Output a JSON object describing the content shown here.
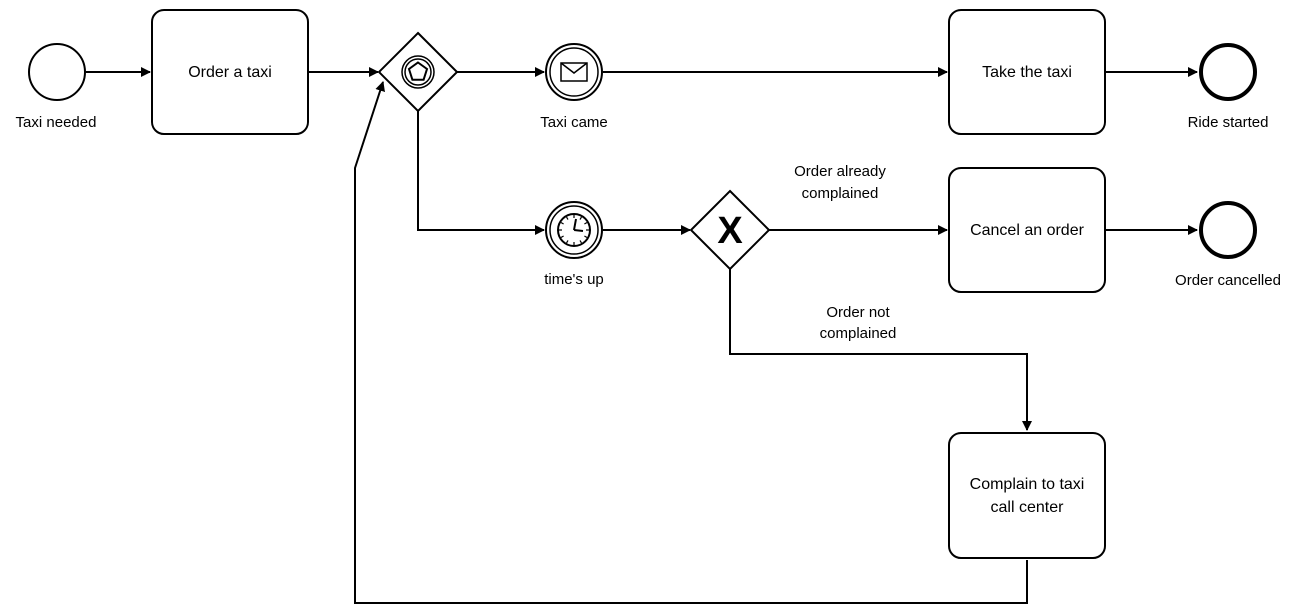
{
  "events": {
    "start": {
      "label": "Taxi needed"
    },
    "taxi_came": {
      "label": "Taxi came",
      "icon": "envelope-icon"
    },
    "times_up": {
      "label": "time's up",
      "icon": "clock-icon"
    },
    "ride_started": {
      "label": "Ride started"
    },
    "order_cancelled": {
      "label": "Order cancelled"
    }
  },
  "tasks": {
    "order_taxi": {
      "lines": [
        "Order a taxi"
      ]
    },
    "take_taxi": {
      "lines": [
        "Take the taxi"
      ]
    },
    "cancel_order": {
      "lines": [
        "Cancel an order"
      ]
    },
    "complain": {
      "lines": [
        "Complain to taxi",
        "call center"
      ]
    }
  },
  "gateways": {
    "event_based": {
      "icon": "pentagon-icon"
    },
    "exclusive": {
      "icon": "x-icon",
      "symbol": "X"
    }
  },
  "flows": {
    "already_complained": {
      "lines": [
        "Order already",
        "complained"
      ]
    },
    "not_complained": {
      "lines": [
        "Order not",
        "complained"
      ]
    }
  },
  "colors": {
    "stroke": "#000000",
    "fill": "#ffffff"
  }
}
